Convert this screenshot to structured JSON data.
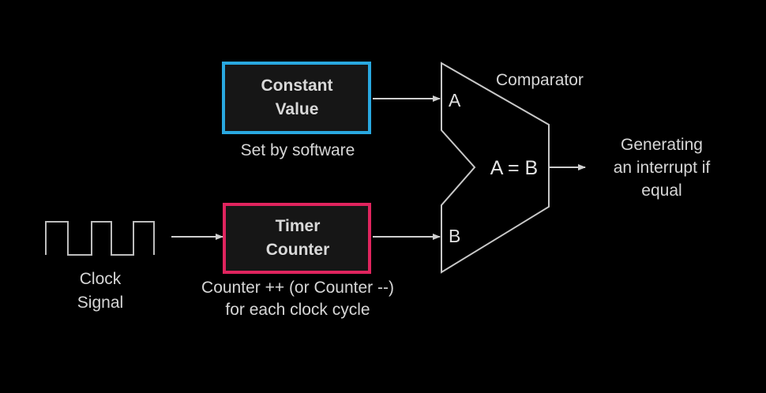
{
  "constant_box": {
    "line1": "Constant",
    "line2": "Value",
    "border_color": "#29a8e0"
  },
  "constant_caption": "Set by software",
  "timer_box": {
    "line1": "Timer",
    "line2": "Counter",
    "border_color": "#e0245e"
  },
  "timer_caption": {
    "line1": "Counter ++ (or Counter --)",
    "line2": "for each clock cycle"
  },
  "clock": {
    "line1": "Clock",
    "line2": "Signal"
  },
  "comparator": {
    "title": "Comparator",
    "input_a": "A",
    "input_b": "B",
    "equation": "A = B"
  },
  "output": {
    "line1": "Generating",
    "line2": "an interrupt if",
    "line3": "equal"
  }
}
